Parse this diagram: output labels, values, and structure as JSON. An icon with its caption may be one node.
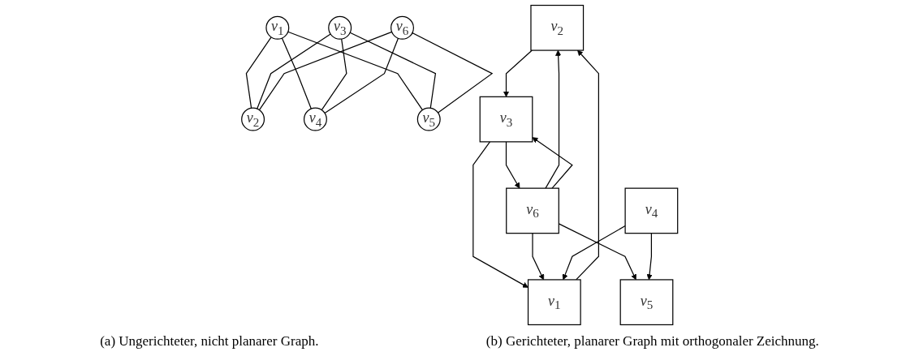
{
  "diagram": {
    "nodes": [
      {
        "text": [
          "*v*$_{1}$"
        ]
      },
      {
        "text": [
          "*v*$_{3}$"
        ]
      },
      {
        "text": [
          "*v*$_{6}$"
        ]
      },
      {
        "text": [
          "*v*$_{2}$"
        ]
      },
      {
        "text": [
          "*v*$_{4}$"
        ]
      },
      {
        "text": [
          "*v*$_{5}$"
        ]
      },
      {
        "text": [
          "*v*$_{2}$"
        ]
      },
      {
        "text": [
          "*v*$_{1}$"
        ]
      },
      {
        "text": [
          "*v*$_{3}$"
        ]
      },
      {
        "text": [
          "*v*$_{6}$"
        ]
      },
      {
        "text": [
          "*v*$_{4}$"
        ]
      },
      {
        "text": [
          "*v*$_{5}$"
        ]
      }
    ],
    "edges": [
      {
        "from": 0,
        "to": 3,
        "arrow": "none"
      },
      {
        "from": 0,
        "to": 4,
        "arrow": "none"
      },
      {
        "from": 0,
        "to": 5,
        "arrow": "none"
      },
      {
        "from": 1,
        "to": 3,
        "arrow": "none"
      },
      {
        "from": 1,
        "to": 4,
        "arrow": "none"
      },
      {
        "from": 1,
        "to": 5,
        "arrow": "none"
      },
      {
        "from": 2,
        "to": 3,
        "arrow": "none"
      },
      {
        "from": 2,
        "to": 4,
        "arrow": "none"
      },
      {
        "from": 2,
        "to": 5,
        "arrow": "none"
      },
      {
        "from": 7,
        "to": 6,
        "arrow": "to"
      },
      {
        "from": 8,
        "to": 7,
        "arrow": "to"
      },
      {
        "from": 6,
        "to": 8,
        "arrow": "to"
      },
      {
        "from": 9,
        "to": 7,
        "arrow": "to"
      },
      {
        "from": 9,
        "to": 6,
        "arrow": "to"
      },
      {
        "from": 8,
        "to": 9,
        "arrow": "to"
      },
      {
        "from": 9,
        "to": 8,
        "arrow": "to"
      },
      {
        "from": 9,
        "to": 11,
        "arrow": "to"
      },
      {
        "from": 10,
        "to": 7,
        "arrow": "to"
      },
      {
        "from": 10,
        "to": 11,
        "arrow": "to"
      }
    ],
    "labels": [
      "(a) Ungerichteter, nicht planarer Graph.",
      "(b) Gerichteter, planarer Graph mit orthogonaler Zeichnung."
    ]
  }
}
